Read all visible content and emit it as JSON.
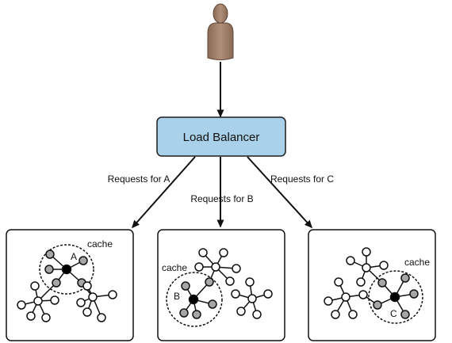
{
  "load_balancer": {
    "label": "Load Balancer",
    "fill": "#a9d1ea",
    "stroke": "#1d1d1d"
  },
  "user": {
    "icon": "user-icon",
    "color": "#a3806b"
  },
  "edges": [
    {
      "label": "Requests for A"
    },
    {
      "label": "Requests for B"
    },
    {
      "label": "Requests for C"
    }
  ],
  "servers": [
    {
      "cache_label": "cache",
      "node_label": "A"
    },
    {
      "cache_label": "cache",
      "node_label": "B"
    },
    {
      "cache_label": "cache",
      "node_label": "C"
    }
  ],
  "colors": {
    "hub_node": "#000000",
    "cached_node": "#a6a6a6",
    "plain_node": "#ffffff",
    "stroke": "#111111"
  }
}
